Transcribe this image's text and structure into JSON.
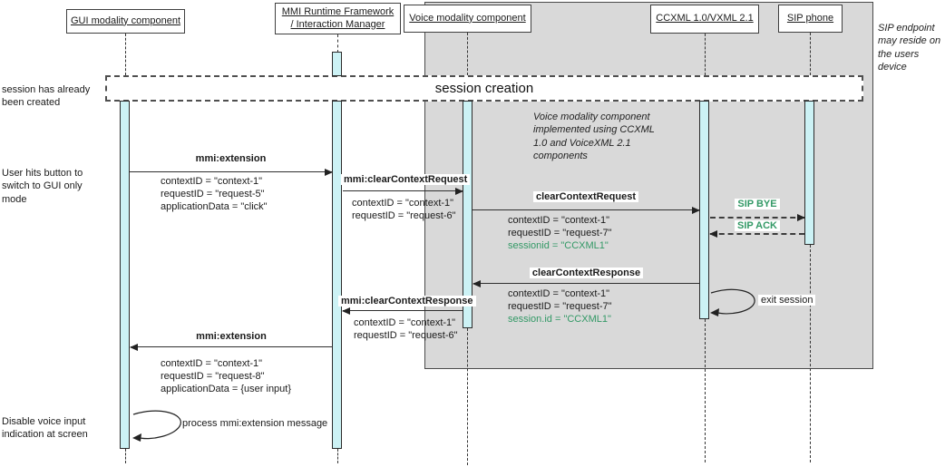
{
  "actors": {
    "gui": {
      "label": "GUI modality component"
    },
    "mmi": {
      "line1": "MMI Runtime Framework",
      "line2": "/ Interaction Manager"
    },
    "voice": {
      "label": "Voice modality component"
    },
    "ccxml": {
      "label": "CCXML 1.0/VXML 2.1"
    },
    "sip": {
      "label": "SIP phone"
    }
  },
  "frame": {
    "label": "session creation"
  },
  "notes": {
    "session_created": "session has already been created",
    "user_hits_button": "User hits button to switch to GUI only mode",
    "disable_voice": "Disable voice input indication at screen",
    "sip_endpoint": "SIP endpoint may reside on the users device",
    "voice_impl": "Voice modality component implemented using CCXML 1.0 and VoiceXML 2.1 components"
  },
  "messages": {
    "mmi_extension_1": {
      "label": "mmi:extension",
      "params": [
        "contextID = \"context-1\"",
        "requestID = \"request-5\"",
        "applicationData = \"click\""
      ]
    },
    "mmi_clear_context_request": {
      "label": "mmi:clearContextRequest",
      "params": [
        "contextID = \"context-1\"",
        "requestID = \"request-6\""
      ]
    },
    "clear_context_request": {
      "label": "clearContextRequest",
      "params": [
        "contextID = \"context-1\"",
        "requestID = \"request-7\""
      ],
      "param_highlight": "sessionid = \"CCXML1\""
    },
    "sip_bye": {
      "label": "SIP BYE"
    },
    "sip_ack": {
      "label": "SIP ACK"
    },
    "clear_context_response": {
      "label": "clearContextResponse",
      "params": [
        "contextID = \"context-1\"",
        "requestID = \"request-7\""
      ],
      "param_highlight": "session.id = \"CCXML1\""
    },
    "exit_session": {
      "label": "exit session"
    },
    "mmi_clear_context_response": {
      "label": "mmi:clearContextResponse",
      "params": [
        "contextID = \"context-1\"",
        "requestID = \"request-6\""
      ]
    },
    "mmi_extension_2": {
      "label": "mmi:extension",
      "params": [
        "contextID = \"context-1\"",
        "requestID = \"request-8\"",
        "applicationData = {user input}"
      ]
    },
    "process_extension": {
      "label": "process mmi:extension message"
    }
  },
  "colors": {
    "highlight_green": "#339966",
    "activation_fill": "#ccf2f5",
    "region_gray": "#d9d9d9"
  }
}
